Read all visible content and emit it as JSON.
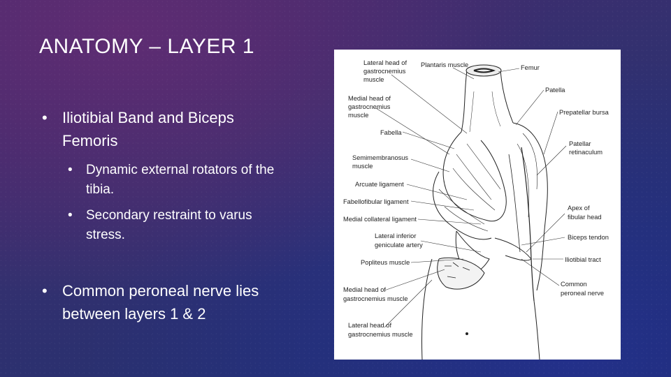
{
  "slide": {
    "title": "ANATOMY – LAYER 1",
    "bullet_char": "•",
    "bullets": [
      {
        "text": "Iliotibial Band and Biceps Femoris",
        "sub": [
          "Dynamic external rotators of the tibia.",
          "Secondary restraint to varus stress."
        ]
      },
      {
        "text": "Common peroneal nerve lies between layers 1 & 2"
      }
    ]
  },
  "figure": {
    "labels": {
      "lateral_head_gastroc_top": [
        "Lateral head of",
        "gastrocnemius",
        "muscle"
      ],
      "plantaris": "Plantaris muscle",
      "femur": "Femur",
      "patella": "Patella",
      "medial_head_gastroc_top": [
        "Medial head of",
        "gastrocnemius",
        "muscle"
      ],
      "prepatellar_bursa": "Prepatellar bursa",
      "fabella": "Fabella",
      "patellar_retinaculum": [
        "Patellar",
        "retinaculum"
      ],
      "semimembranosus": [
        "Semimembranosus",
        "muscle"
      ],
      "arcuate": "Arcuate ligament",
      "fabellofibular": "Fabellofibular ligament",
      "apex_fibular_head": [
        "Apex of",
        "fibular head"
      ],
      "medial_collateral": "Medial collateral ligament",
      "lateral_inferior_genicular": [
        "Lateral inferior",
        "geniculate artery"
      ],
      "biceps_tendon": "Biceps tendon",
      "popliteus": "Popliteus muscle",
      "iliotibial_tract": "Iliotibial tract",
      "medial_head_gastroc_bottom": [
        "Medial head of",
        "gastrocnemius muscle"
      ],
      "common_peroneal": [
        "Common",
        "peroneal nerve"
      ],
      "lateral_head_gastroc_bottom": [
        "Lateral head of",
        "gastrocnemius muscle"
      ]
    }
  }
}
